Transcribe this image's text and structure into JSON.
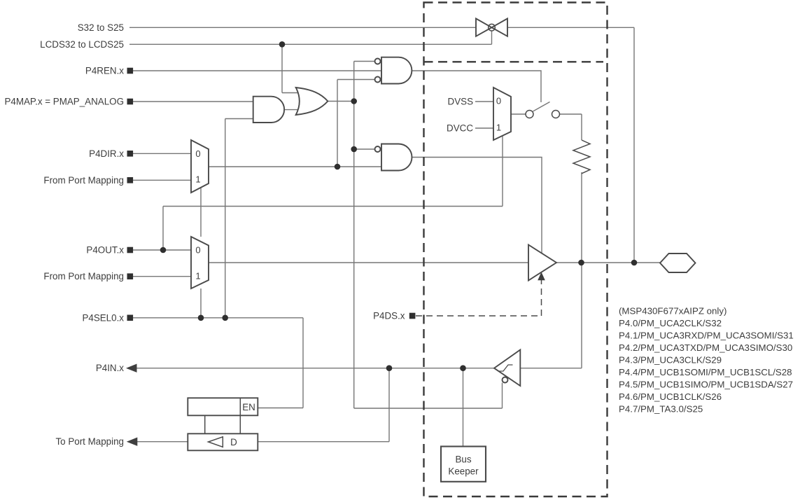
{
  "diagram": {
    "signals": {
      "s32": "S32 to S25",
      "lcds32": "LCDS32 to LCDS25",
      "p4ren": "P4REN.x",
      "p4map": "P4MAP.x = PMAP_ANALOG",
      "p4dir": "P4DIR.x",
      "from_port_mapping_dir": "From Port Mapping",
      "p4out": "P4OUT.x",
      "from_port_mapping_out": "From Port Mapping",
      "p4sel0": "P4SEL0.x",
      "p4in": "P4IN.x",
      "to_port_mapping": "To Port Mapping",
      "p4ds": "P4DS.x"
    },
    "power": {
      "dvss": "DVSS",
      "dvcc": "DVCC"
    },
    "mux_labels": {
      "in0": "0",
      "in1": "1"
    },
    "latch": {
      "enable": "EN",
      "data": "D"
    },
    "bus_keeper": {
      "line1": "Bus",
      "line2": "Keeper"
    },
    "pin_note": "(MSP430F677xAIPZ only)",
    "pins": [
      "P4.0/PM_UCA2CLK/S32",
      "P4.1/PM_UCA3RXD/PM_UCA3SOMI/S31",
      "P4.2/PM_UCA3TXD/PM_UCA3SIMO/S30",
      "P4.3/PM_UCA3CLK/S29",
      "P4.4/PM_UCB1SOMI/PM_UCB1SCL/S28",
      "P4.5/PM_UCB1SIMO/PM_UCB1SDA/S27",
      "P4.6/PM_UCB1CLK/S26",
      "P4.7/PM_TA3.0/S25"
    ],
    "colors": {
      "wire": "#767676",
      "outline": "#4a4a4a",
      "dashed_box": "#3a3a3a",
      "text": "#3d3d3d",
      "background": "#ffffff"
    }
  }
}
